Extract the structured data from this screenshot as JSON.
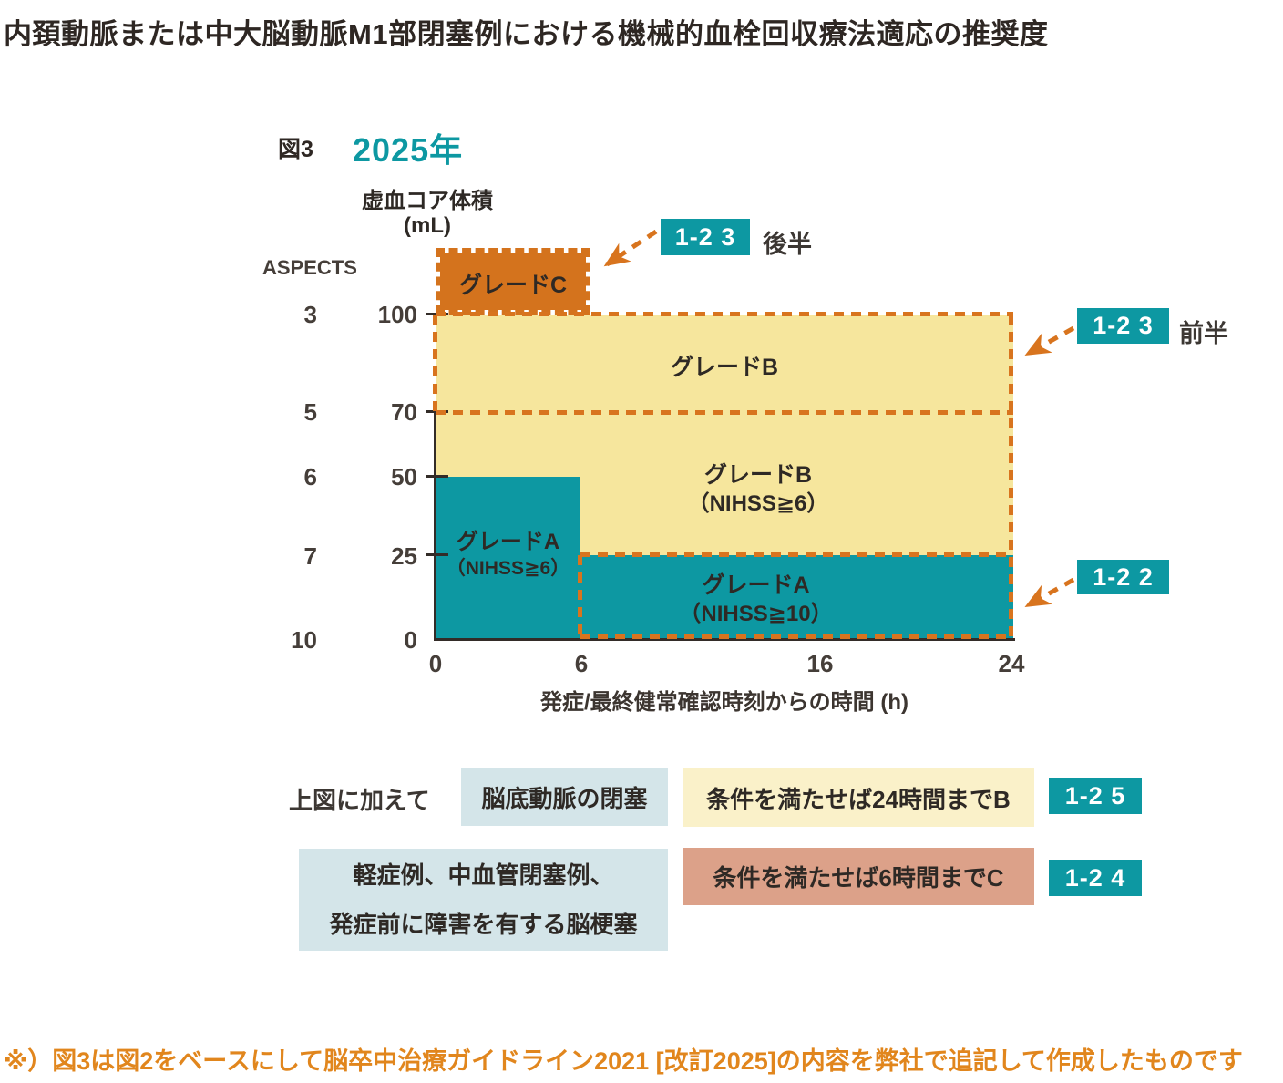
{
  "page": {
    "title": "内頚動脈または中大脳動脈M1部閉塞例における機械的血栓回収療法適応の推奨度",
    "footnote": "※）図3は図2をベースにして脳卒中治療ガイドライン2021 [改訂2025]の内容を弊社で追記して作成したものです"
  },
  "figure": {
    "label": "図3",
    "year": "2025年"
  },
  "chart_data": {
    "type": "area",
    "title": "2025年",
    "x_axis": {
      "label": "発症/最終健常確認時刻からの時間 (h)",
      "ticks": [
        "0",
        "6",
        "16",
        "24"
      ],
      "range": [
        0,
        24
      ],
      "unit": "h"
    },
    "y_axis": {
      "label": "虚血コア体積",
      "unit": "(mL)",
      "ticks": [
        "100",
        "70",
        "50",
        "25",
        "0"
      ],
      "range": [
        0,
        120
      ]
    },
    "aspects_axis": {
      "label": "ASPECTS",
      "ticks": [
        "3",
        "5",
        "6",
        "7",
        "10"
      ]
    },
    "grid": "off",
    "regions": [
      {
        "grade": "グレードC",
        "label_line1": "グレードC",
        "label_line2": "",
        "hours": [
          0,
          6
        ],
        "core_volume_mL": [
          100,
          120
        ],
        "color": "#d4731d",
        "border": "dashed",
        "ref": "1-2 3 後半"
      },
      {
        "grade": "グレードB",
        "label_line1": "グレードB",
        "label_line2": "",
        "hours": [
          0,
          24
        ],
        "core_volume_mL": [
          70,
          100
        ],
        "color": "#f6e69d",
        "border": "dashed",
        "ref": "1-2 3 前半"
      },
      {
        "grade": "グレードB（NIHSS≧6）",
        "label_line1": "グレードB",
        "label_line2": "（NIHSS≧6）",
        "hours": [
          6,
          24
        ],
        "core_volume_mL": [
          25,
          70
        ],
        "color": "#f6e69d"
      },
      {
        "grade": "グレードA（NIHSS≧6）",
        "label_line1": "グレードA",
        "label_line2": "（NIHSS≧6）",
        "hours": [
          0,
          6
        ],
        "core_volume_mL": [
          0,
          50
        ],
        "color": "#0d98a2"
      },
      {
        "grade": "グレードA（NIHSS≧10）",
        "label_line1": "グレードA",
        "label_line2": "（NIHSS≧10）",
        "hours": [
          6,
          24
        ],
        "core_volume_mL": [
          0,
          25
        ],
        "color": "#0d98a2",
        "border": "dashed",
        "ref": "1-2 2"
      }
    ],
    "annotations": [
      {
        "ref": "1-2 3",
        "suffix": "後半"
      },
      {
        "ref": "1-2 3",
        "suffix": "前半"
      },
      {
        "ref": "1-2 2",
        "suffix": ""
      }
    ],
    "dash_color": "#d8741e"
  },
  "legend": {
    "row1": {
      "prefix": "上図に加えて",
      "condition": "脳底動脈の閉塞",
      "result": "条件を満たせば24時間までB",
      "ref": "1-2 5"
    },
    "row2": {
      "condition_line1": "軽症例、中血管閉塞例、",
      "condition_line2": "発症前に障害を有する脳梗塞",
      "result": "条件を満たせば6時間までC",
      "ref": "1-2 4"
    }
  },
  "colors": {
    "teal": "#0d98a2",
    "orange": "#d4731d",
    "dash_orange": "#d8741e",
    "yellow": "#f6e69d",
    "pale_yellow": "#faf1c9",
    "light_blue": "#d4e5e9",
    "salmon": "#dca189",
    "footnote_orange": "#e1861d",
    "text_dark": "#2e2925"
  }
}
